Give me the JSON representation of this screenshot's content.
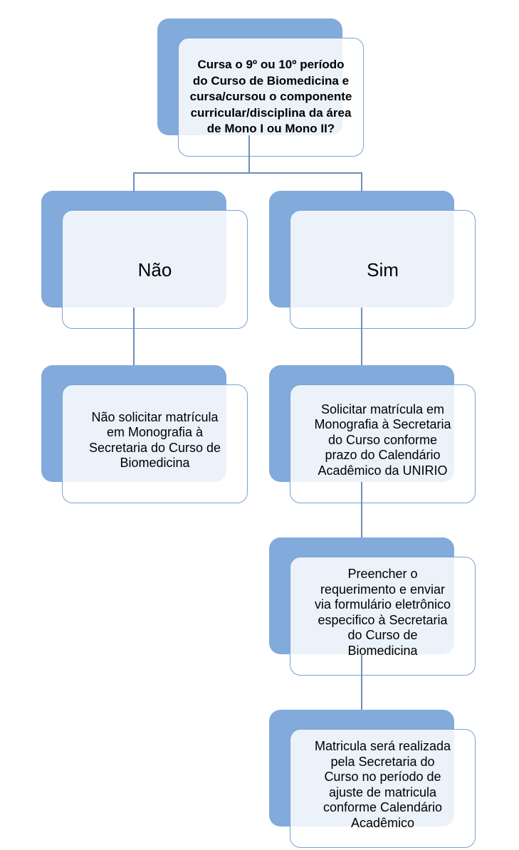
{
  "diagram": {
    "type": "flowchart",
    "direction": "top-down",
    "palette": {
      "shadow_box_fill": "#82AADB",
      "card_border": "#7BA2D5",
      "card_fill_overlay": "rgba(255,255,255,0.85)",
      "connector_line": "#6E8EB9",
      "text_color": "#000000",
      "background": "#FFFFFF"
    }
  },
  "nodes": {
    "question": {
      "label": "Cursa o 9º ou 10º período\ndo Curso de Biomedicina e\ncursa/cursou o componente\ncurricular/disciplina da área\nde Mono I ou Mono II?"
    },
    "no": {
      "label": "Não"
    },
    "yes": {
      "label": "Sim"
    },
    "no_action": {
      "label": "Não solicitar matrícula\nem Monografia à\nSecretaria do Curso de\nBiomedicina"
    },
    "yes_step1": {
      "label": "Solicitar matrícula em\nMonografia à Secretaria\ndo Curso conforme\nprazo do Calendário\nAcadêmico da UNIRIO"
    },
    "yes_step2": {
      "label": "Preencher o\nrequerimento e enviar\nvia formulário eletrônico\nespecifico à Secretaria\ndo Curso de\nBiomedicina"
    },
    "yes_step3": {
      "label": "Matricula será realizada\npela Secretaria do\nCurso no período de\najuste de matricula\nconforme Calendário\nAcadêmico"
    }
  },
  "edges": [
    {
      "from": "question",
      "to": "no"
    },
    {
      "from": "question",
      "to": "yes"
    },
    {
      "from": "no",
      "to": "no_action"
    },
    {
      "from": "yes",
      "to": "yes_step1"
    },
    {
      "from": "yes_step1",
      "to": "yes_step2"
    },
    {
      "from": "yes_step2",
      "to": "yes_step3"
    }
  ]
}
